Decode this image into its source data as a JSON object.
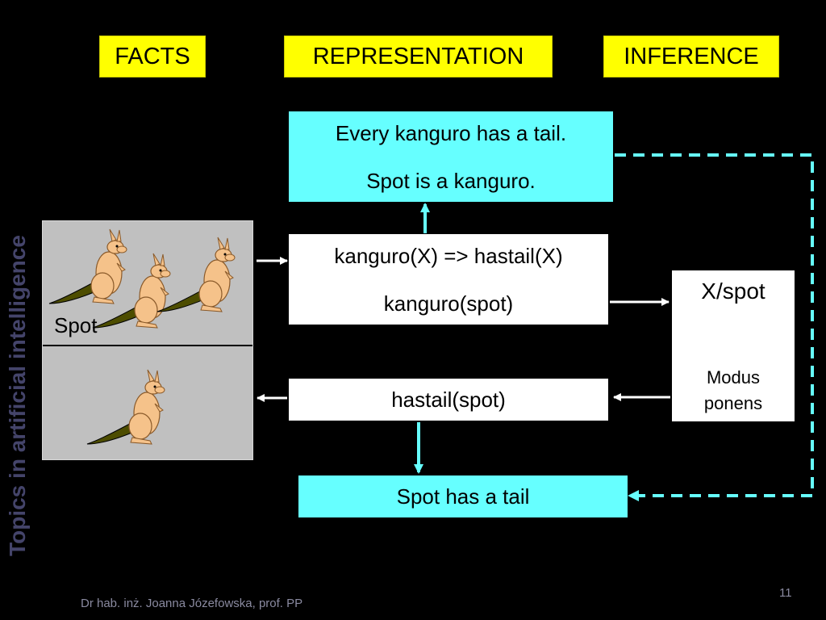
{
  "headers": {
    "facts": "FACTS",
    "representation": "REPRESENTATION",
    "inference": "INFERENCE"
  },
  "natural_language": {
    "line1": "Every kanguro has a tail.",
    "line2": "Spot is a kanguro."
  },
  "logic": {
    "line1": "kanguro(X) => hastail(X)",
    "line2": "kanguro(spot)"
  },
  "derived": "hastail(spot)",
  "conclusion": "Spot has a tail",
  "inference": {
    "substitution": "X/spot",
    "rule_line1": "Modus",
    "rule_line2": "ponens"
  },
  "facts_panel": {
    "spot_label": "Spot"
  },
  "side_title": "Topics in artificial intelligence",
  "footer": "Dr hab. inż. Joanna Józefowska, prof. PP",
  "page_number": "11",
  "colors": {
    "background": "#000000",
    "header": "#ffff00",
    "cyan_box": "#66ffff",
    "arrow_cyan": "#66ffff",
    "arrow_white": "#ffffff",
    "kangaroo_body": "#f5c28a",
    "kangaroo_tail": "#4d4d00"
  }
}
